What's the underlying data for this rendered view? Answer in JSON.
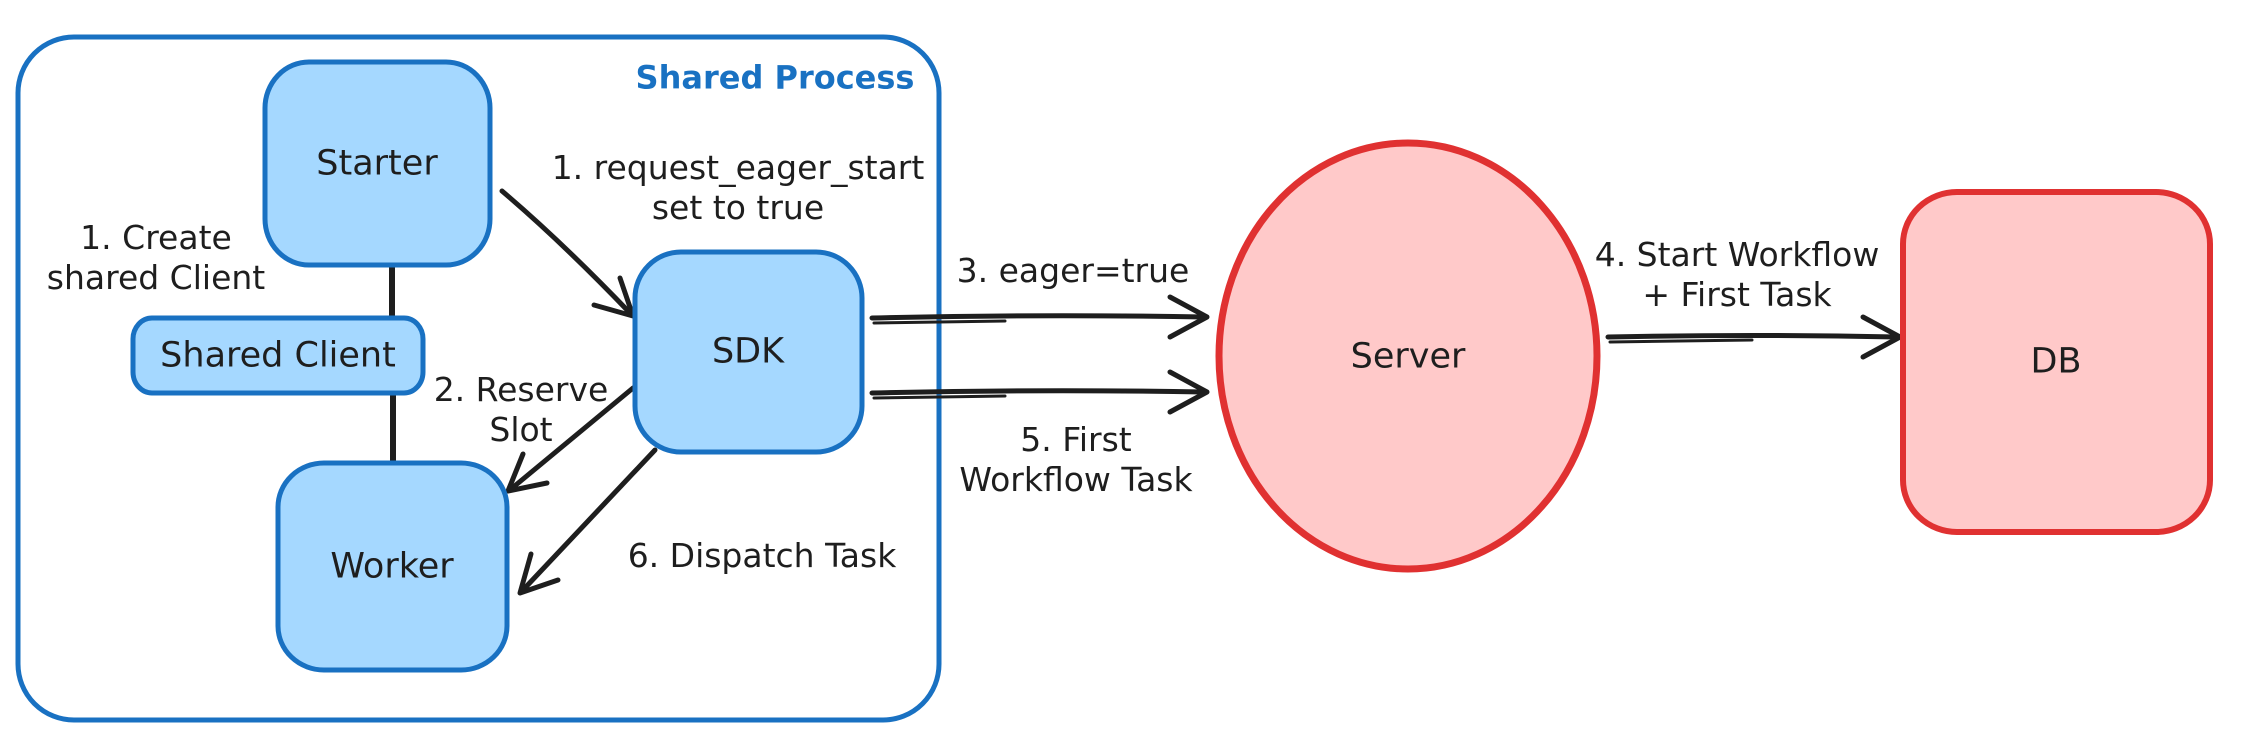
{
  "diagram": {
    "container": {
      "title": "Shared Process"
    },
    "nodes": {
      "starter": {
        "label": "Starter"
      },
      "shared_client": {
        "label": "Shared Client"
      },
      "worker": {
        "label": "Worker"
      },
      "sdk": {
        "label": "SDK"
      },
      "server": {
        "label": "Server"
      },
      "db": {
        "label": "DB"
      }
    },
    "annotations": {
      "create_shared_client": {
        "line1": "1. Create",
        "line2": "shared Client"
      },
      "request_eager_start": {
        "line1": "1. request_eager_start",
        "line2": "set to true"
      },
      "reserve_slot": {
        "line1": "2. Reserve",
        "line2": "Slot"
      },
      "eager_true": {
        "text": "3. eager=true"
      },
      "start_workflow": {
        "line1": "4. Start Workflow",
        "line2": "+ First Task"
      },
      "first_workflow_task": {
        "line1": "5. First",
        "line2": "Workflow Task"
      },
      "dispatch_task": {
        "text": "6. Dispatch Task"
      }
    },
    "colors": {
      "blue_stroke": "#1971c2",
      "blue_fill": "#a5d8ff",
      "red_stroke": "#e03131",
      "red_fill": "#ffc9c9",
      "arrow": "#1e1e1e",
      "text": "#1e1e1e",
      "background": "#ffffff"
    }
  }
}
